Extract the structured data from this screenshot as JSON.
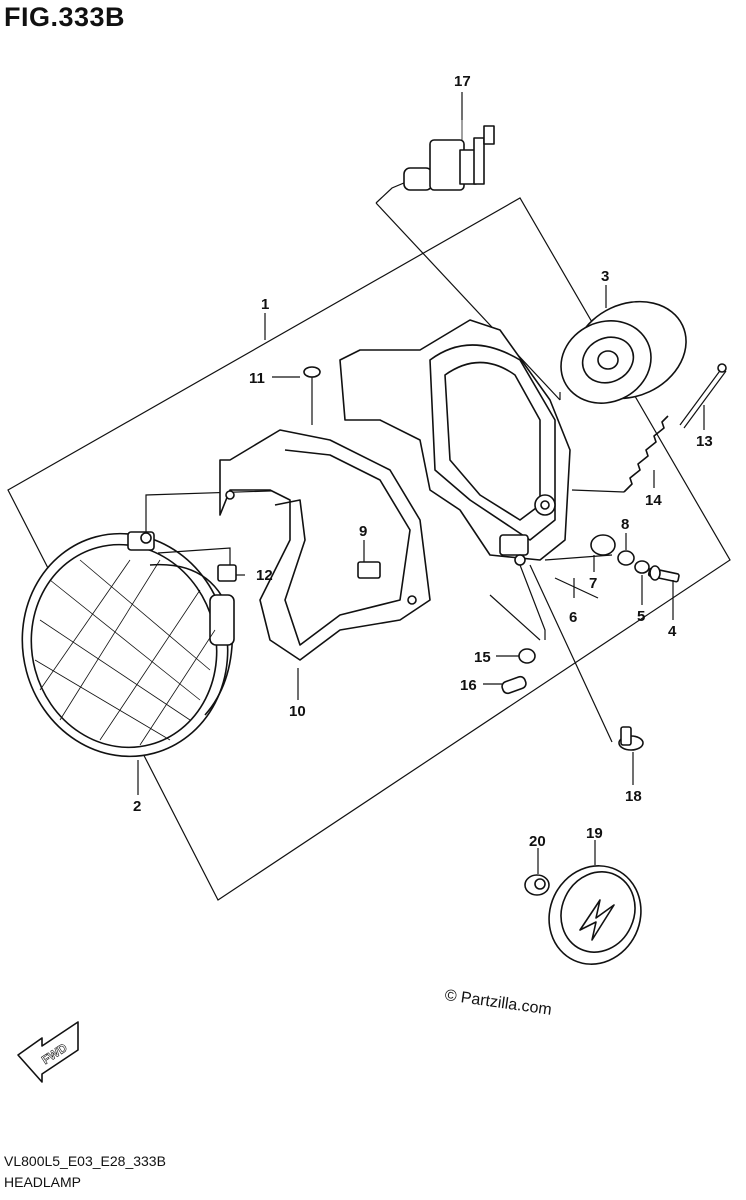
{
  "figure": {
    "title": "FIG.333B",
    "code": "VL800L5_E03_E28_333B",
    "name": "HEADLAMP"
  },
  "credit": "© Partzilla.com",
  "fwd_label": "FWD",
  "callouts": [
    {
      "id": "c1",
      "label": "1"
    },
    {
      "id": "c2",
      "label": "2"
    },
    {
      "id": "c3",
      "label": "3"
    },
    {
      "id": "c4",
      "label": "4"
    },
    {
      "id": "c5",
      "label": "5"
    },
    {
      "id": "c6",
      "label": "6"
    },
    {
      "id": "c7",
      "label": "7"
    },
    {
      "id": "c8",
      "label": "8"
    },
    {
      "id": "c9",
      "label": "9"
    },
    {
      "id": "c10",
      "label": "10"
    },
    {
      "id": "c11",
      "label": "11"
    },
    {
      "id": "c12",
      "label": "12"
    },
    {
      "id": "c13",
      "label": "13"
    },
    {
      "id": "c14",
      "label": "14"
    },
    {
      "id": "c15",
      "label": "15"
    },
    {
      "id": "c16",
      "label": "16"
    },
    {
      "id": "c17",
      "label": "17"
    },
    {
      "id": "c18",
      "label": "18"
    },
    {
      "id": "c19",
      "label": "19"
    },
    {
      "id": "c20",
      "label": "20"
    }
  ]
}
